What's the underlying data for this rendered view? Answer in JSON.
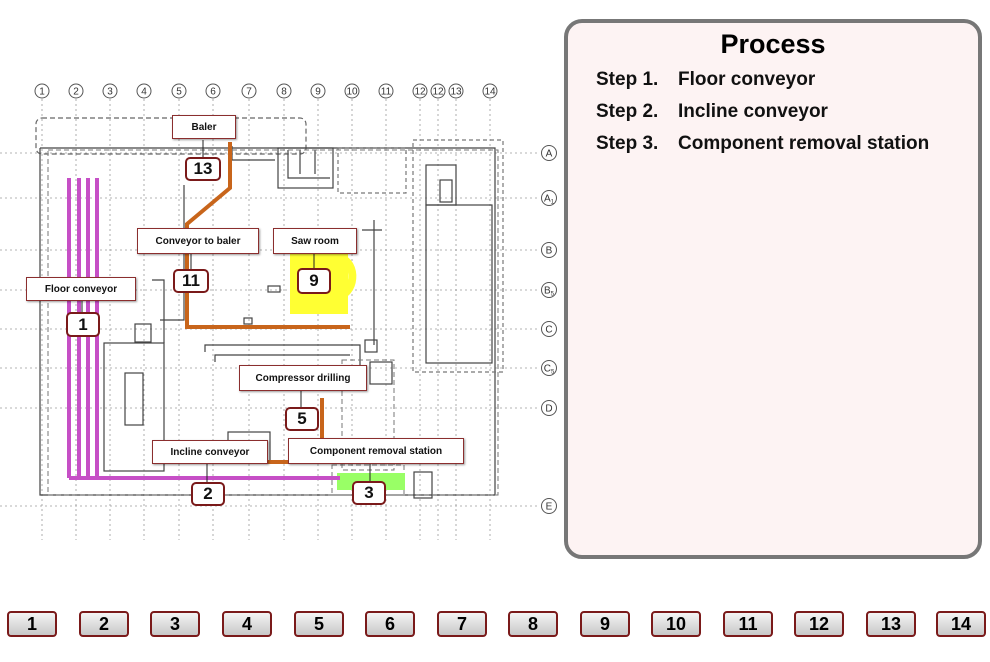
{
  "panel": {
    "title": "Process",
    "steps": [
      {
        "key": "Step 1.",
        "text": "Floor conveyor"
      },
      {
        "key": "Step 2.",
        "text": "Incline conveyor"
      },
      {
        "key": "Step 3.",
        "text": "Component removal station"
      }
    ]
  },
  "plan": {
    "column_grid": [
      "1",
      "2",
      "3",
      "4",
      "5",
      "6",
      "7",
      "8",
      "9",
      "10",
      "11",
      "12",
      "12",
      "13",
      "14"
    ],
    "row_grid": [
      "A",
      "A",
      "B",
      "B",
      "C",
      "C",
      "D",
      "E"
    ],
    "row_grid_subscripts": [
      "",
      "1",
      "",
      "5",
      "",
      "5",
      "",
      ""
    ],
    "labels": {
      "baler": "Baler",
      "conveyor_to_baler": "Conveyor to baler",
      "saw_room": "Saw room",
      "floor_conveyor": "Floor conveyor",
      "compressor_drilling": "Compressor drilling",
      "incline_conveyor": "Incline conveyor",
      "component_removal_station": "Component removal station"
    },
    "tags": {
      "t13": "13",
      "t11": "11",
      "t9": "9",
      "t1": "1",
      "t5": "5",
      "t2": "2",
      "t3": "3"
    },
    "colors": {
      "floor_conveyor": "#c64fc6",
      "conveyor_to_baler": "#c8651b",
      "saw_room": "#ffff33",
      "component_removal_station": "#99ff66"
    }
  },
  "nav": {
    "buttons": [
      "1",
      "2",
      "3",
      "4",
      "5",
      "6",
      "7",
      "8",
      "9",
      "10",
      "11",
      "12",
      "13",
      "14"
    ]
  }
}
